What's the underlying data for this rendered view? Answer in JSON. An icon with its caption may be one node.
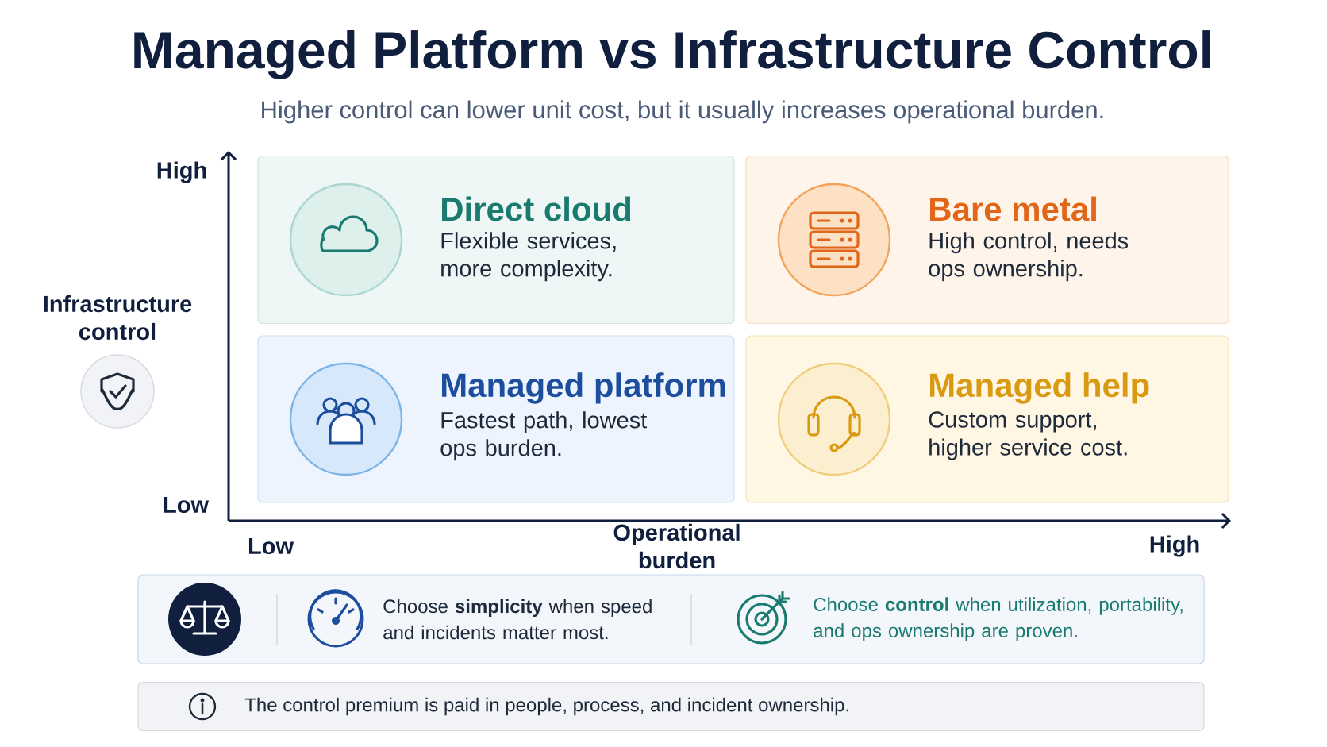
{
  "diagram": {
    "title": "Managed Platform vs Infrastructure Control",
    "caption": "Higher control can lower unit cost, but it usually increases operational burden.",
    "nodes": [
      {
        "text": [
          "Direct cloud",
          "Flexible services, more complexity."
        ]
      },
      {
        "text": [
          "Bare metal",
          "High control, needs ops ownership."
        ]
      },
      {
        "text": [
          "Managed platform",
          "Fastest path, lowest ops burden."
        ]
      },
      {
        "text": [
          "Managed help",
          "Custom support, higher service cost."
        ]
      },
      {
        "text": [
          "Choose **simplicity** when speed and incidents matter most.",
          "Choose **control** when utilization, portability, and ops ownership are proven."
        ]
      },
      {
        "text": [
          "The control premium is paid in people, process, and incident ownership."
        ]
      }
    ],
    "labels": [
      "High",
      "Infrastructure control",
      "Low",
      "Low",
      "Operational burden",
      "High"
    ]
  }
}
